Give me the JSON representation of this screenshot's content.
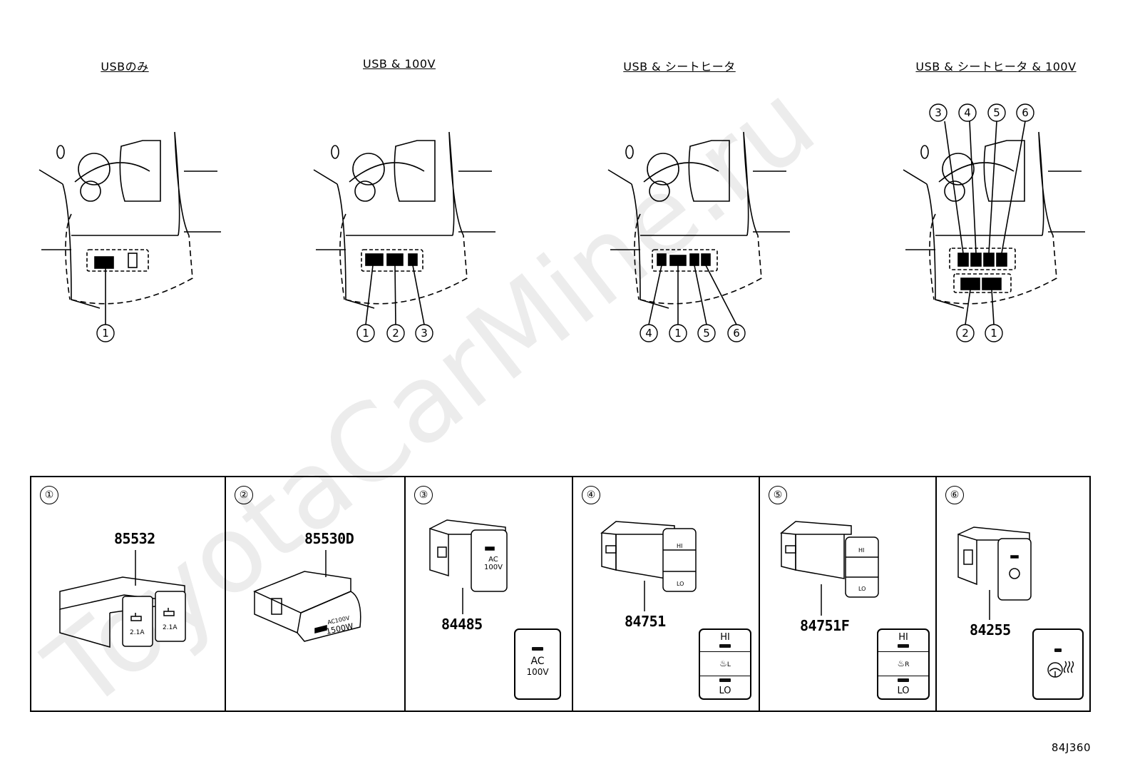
{
  "configurations": [
    {
      "title": "USBのみ",
      "callouts": [
        "①"
      ]
    },
    {
      "title": "USB & 100V",
      "callouts": [
        "①",
        "②",
        "③"
      ]
    },
    {
      "title": "USB & シートヒータ",
      "callouts": [
        "④",
        "①",
        "⑤",
        "⑥"
      ]
    },
    {
      "title": "USB & シートヒータ & 100V",
      "callouts_top": [
        "③",
        "④",
        "⑤",
        "⑥"
      ],
      "callouts_bottom": [
        "②",
        "①"
      ]
    }
  ],
  "parts": [
    {
      "index": "①",
      "part_number": "85532",
      "switch_text": [
        "2.1A",
        "2.1A"
      ]
    },
    {
      "index": "②",
      "part_number": "85530D",
      "switch_text": [
        "AC100V",
        "1500W"
      ]
    },
    {
      "index": "③",
      "part_number": "84485",
      "switch_text": [
        "AC",
        "100V"
      ],
      "card_text": [
        "AC",
        "100V"
      ]
    },
    {
      "index": "④",
      "part_number": "84751",
      "switch_text": [
        "HI",
        "LO"
      ],
      "card_text": [
        "HI",
        "L",
        "LO"
      ]
    },
    {
      "index": "⑤",
      "part_number": "84751F",
      "switch_text": [
        "HI",
        "LO"
      ],
      "card_text": [
        "HI",
        "R",
        "LO"
      ]
    },
    {
      "index": "⑥",
      "part_number": "84255",
      "switch_text": [],
      "card_text": []
    }
  ],
  "drawing_code": "84J360",
  "watermark": "ToyotaCarMine.ru",
  "colors": {
    "line": "#000000",
    "watermark": "#e9e9e9"
  }
}
